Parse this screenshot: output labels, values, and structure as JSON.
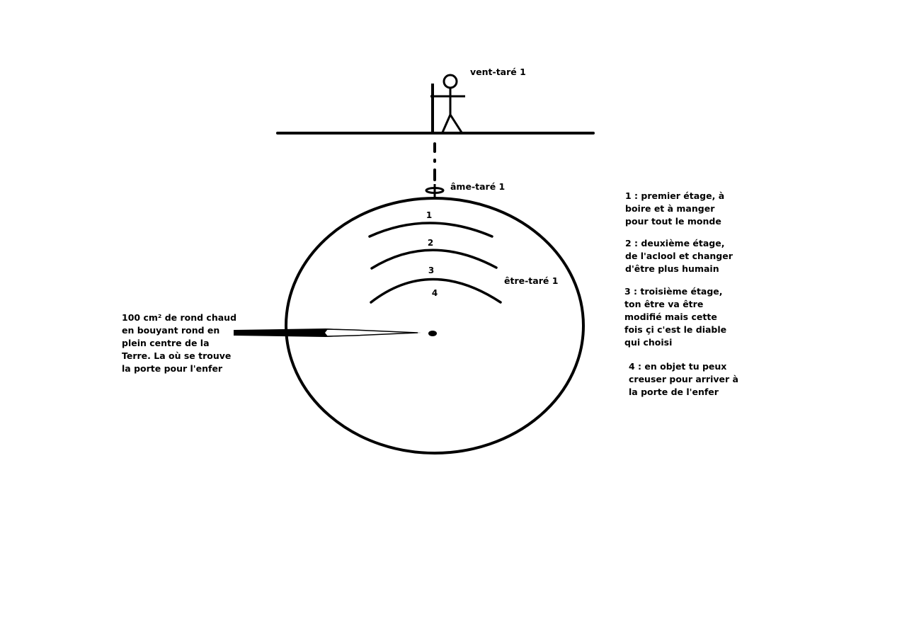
{
  "labels": {
    "surface_person": "vent-taré 1",
    "soul": "âme-taré 1",
    "being": "être-taré 1"
  },
  "layers": [
    "1",
    "2",
    "3",
    "4"
  ],
  "core_note": [
    "100 cm² de rond chaud",
    "en bouyant rond en",
    "plein centre de la",
    "Terre. La où se trouve",
    "la porte pour l'enfer"
  ],
  "legend": [
    {
      "lines": [
        "1 : premier étage, à",
        "boire et à manger",
        "pour tout le monde"
      ]
    },
    {
      "lines": [
        "2 : deuxième étage,",
        "de l'aclool et changer",
        "d'être plus humain"
      ]
    },
    {
      "lines": [
        "3 : troisième étage,",
        "ton être va être",
        "modifié mais cette",
        "fois çi c'est le diable",
        "qui choisi"
      ]
    },
    {
      "lines": [
        "4 : en objet tu peux",
        "creuser pour arriver à",
        "la porte de l'enfer"
      ]
    }
  ],
  "colors": {
    "ink": "#000000",
    "background": "#ffffff"
  }
}
